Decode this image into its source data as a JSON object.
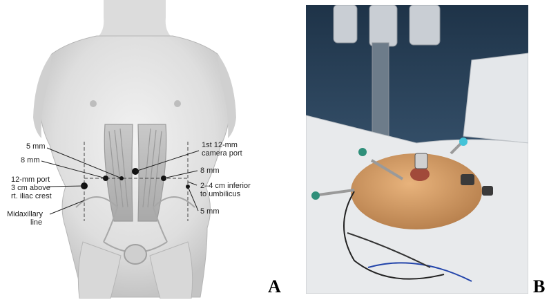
{
  "figure": {
    "panel_a_letter": "A",
    "panel_b_letter": "B"
  },
  "annotations": {
    "five_mm_left": "5 mm",
    "eight_mm_left": "8 mm",
    "twelve_mm_port_line1": "12-mm port",
    "twelve_mm_port_line2": "3 cm above",
    "twelve_mm_port_line3": "rt. iliac crest",
    "midaxillary_line1": "Midaxillary",
    "midaxillary_line2": "line",
    "camera_port_line1": "1st 12-mm",
    "camera_port_line2": "camera port",
    "eight_mm_right": "8 mm",
    "inferior_line1": "2–4 cm inferior",
    "inferior_line2": "to umbilicus",
    "five_mm_right": "5 mm"
  },
  "colors": {
    "skin_light": "#e6e6e6",
    "skin_shade": "#c8c8c8",
    "photo_wall": "#3d5a78",
    "photo_drape": "#e9ecef",
    "photo_abdomen": "#d9a06a"
  }
}
